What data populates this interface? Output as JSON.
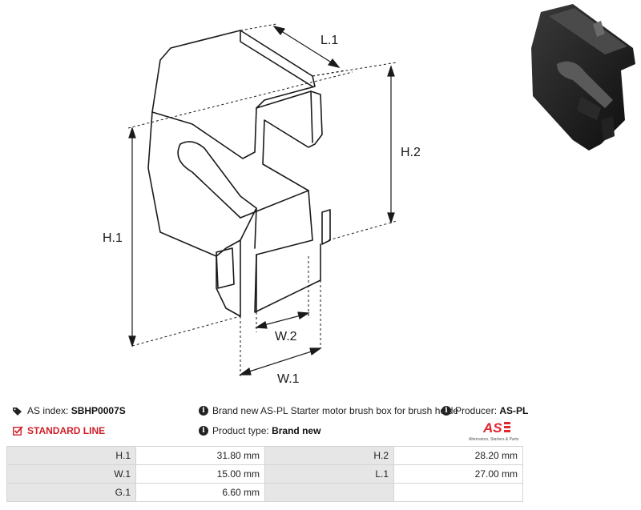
{
  "drawing": {
    "labels": {
      "l1": "L.1",
      "h1": "H.1",
      "h2": "H.2",
      "w1": "W.1",
      "w2": "W.2"
    }
  },
  "photo": {
    "alt": "black plastic brush holder clip"
  },
  "info": {
    "index_label": "AS index:",
    "index_value": "SBHP0007S",
    "description": "Brand new AS-PL Starter motor brush box for brush holde",
    "producer_label": "Producer:",
    "producer_value": "AS-PL",
    "standard_line": "STANDARD LINE",
    "product_type_label": "Product type:",
    "product_type_value": "Brand new"
  },
  "logo": {
    "mark": "AS",
    "tagline": "Alternators, Starters & Parts",
    "color": "#e0252f"
  },
  "specs": {
    "rows": [
      {
        "l1": "H.1",
        "v1": "31.80  mm",
        "l2": "H.2",
        "v2": "28.20 mm"
      },
      {
        "l1": "W.1",
        "v1": "15.00 mm",
        "l2": "L.1",
        "v2": "27.00 mm"
      },
      {
        "l1": "G.1",
        "v1": "6.60 mm",
        "l2": "",
        "v2": ""
      }
    ]
  }
}
